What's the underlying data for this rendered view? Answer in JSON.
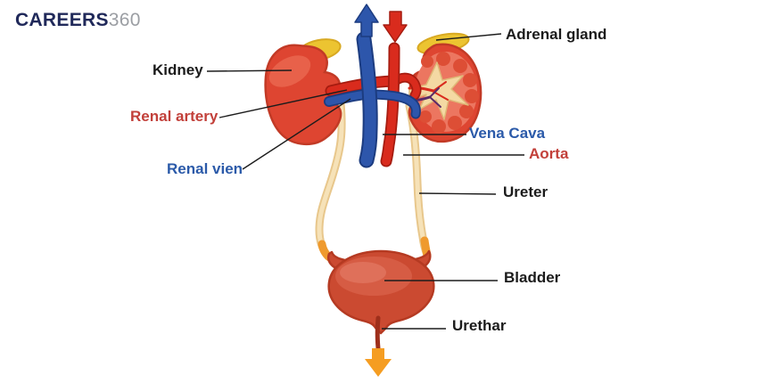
{
  "logo": {
    "brand": "CAREERS",
    "suffix": "360"
  },
  "diagram": {
    "labels": {
      "kidney": "Kidney",
      "renal_artery": "Renal artery",
      "renal_vein": "Renal vien",
      "adrenal_gland": "Adrenal gland",
      "vena_cava": "Vena Cava",
      "aorta": "Aorta",
      "ureter": "Ureter",
      "bladder": "Bladder",
      "urethra": "Urethar"
    },
    "icons": {
      "venous_flow": "up-arrow-icon",
      "arterial_flow": "down-arrow-icon",
      "urine_outflow": "down-arrow-icon"
    },
    "colors": {
      "kidney_fill": "#de4531",
      "kidney_outline": "#c23a26",
      "kidney_highlight": "#e8614a",
      "kidney_inner": "#ec7660",
      "pyramid": "#dd4e35",
      "kidney_vein_branch": "#5b2a68",
      "adrenal_fill": "#ecc431",
      "adrenal_outline": "#d8a922",
      "vein_fill": "#2d56ab",
      "vein_outline": "#1c3c80",
      "artery_fill": "#d92b1d",
      "artery_outline": "#a61c10",
      "ureter_fill": "#f6e2b8",
      "ureter_outline": "#e8c78c",
      "ureter_tip": "#ef9a2e",
      "pelvis_fill": "#f4d9a3",
      "pelvis_outline": "#dfb978",
      "bladder_fill": "#cb4a31",
      "bladder_outline": "#b53a22",
      "bladder_highlight": "#d65c44",
      "bladder_highlight2": "#df705a",
      "urethra_fill": "#9e2f1b",
      "outflow_arrow": "#f59d22",
      "label_black": "#1b1b1b",
      "label_red": "#c2403a",
      "label_blue": "#2b5aa9",
      "logo_navy": "#20295a",
      "logo_gray": "#9b9ea3"
    }
  }
}
